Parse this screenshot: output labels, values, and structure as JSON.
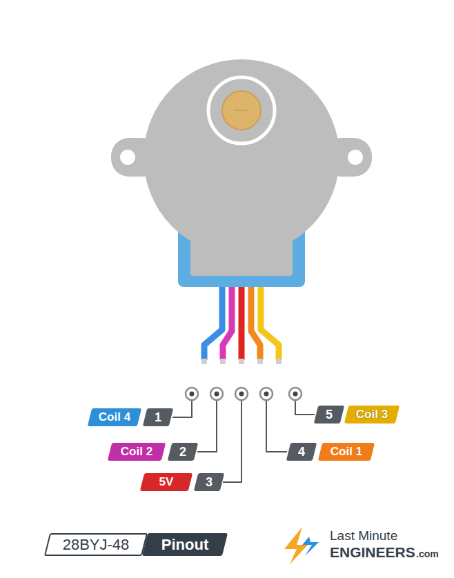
{
  "diagram": {
    "nodes": [
      {
        "text": [
          "Coil 4"
        ]
      },
      {
        "text": [
          "1"
        ]
      },
      {
        "text": [
          "5"
        ]
      },
      {
        "text": [
          "Coil 3"
        ]
      },
      {
        "text": [
          "Coil 2"
        ]
      },
      {
        "text": [
          "2"
        ]
      },
      {
        "text": [
          "4"
        ]
      },
      {
        "text": [
          "Coil 1"
        ]
      },
      {
        "text": [
          "5V"
        ]
      },
      {
        "text": [
          "3"
        ]
      },
      {
        "text": [
          "28BYJ-48"
        ]
      },
      {
        "text": [
          "Pinout"
        ]
      }
    ],
    "labels": [
      "Last Minute",
      "ENGINEERS",
      ".com"
    ]
  }
}
